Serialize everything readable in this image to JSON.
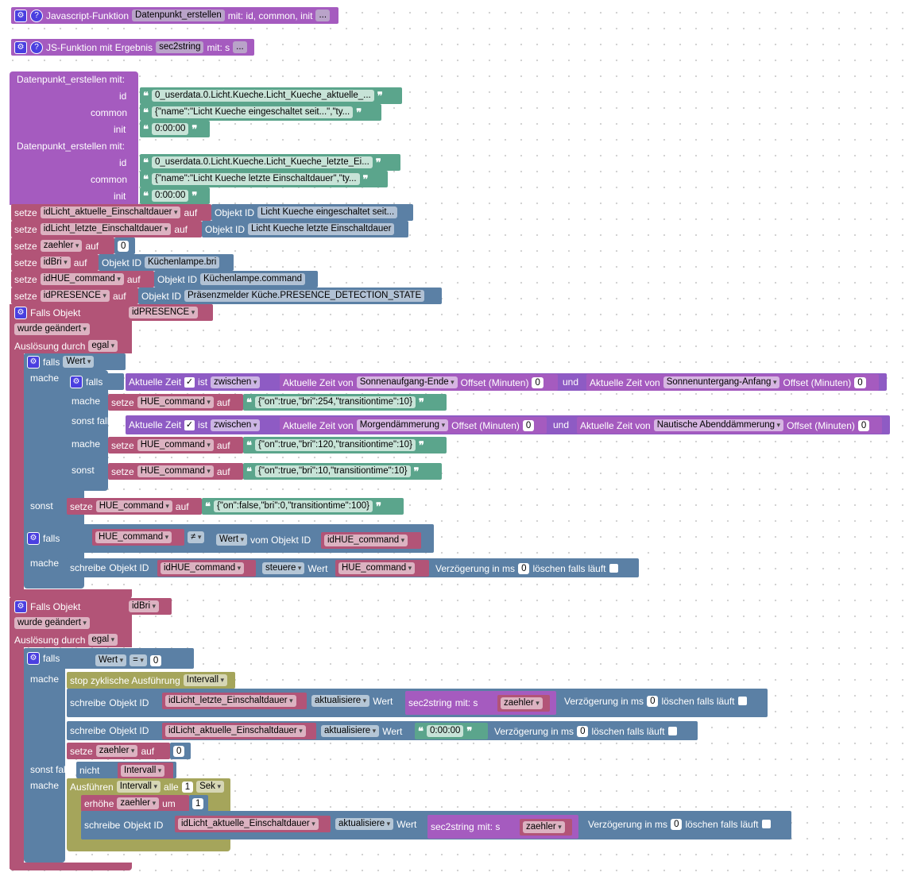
{
  "functions": {
    "js_func": {
      "prefix": "Javascript-Funktion",
      "name": "Datenpunkt_erstellen",
      "params": "mit: id, common, init",
      "more": "..."
    },
    "js_result": {
      "prefix": "JS-Funktion mit Ergebnis",
      "name": "sec2string",
      "params": "mit: s",
      "more": "..."
    }
  },
  "dp_calls": [
    {
      "title": "Datenpunkt_erstellen  mit:",
      "id_label": "id",
      "id_val": "0_userdata.0.Licht.Kueche.Licht_Kueche_aktuelle_...",
      "common_label": "common",
      "common_val": "{\"name\":\"Licht Kueche eingeschaltet seit...\",\"ty...",
      "init_label": "init",
      "init_val": "0:00:00"
    },
    {
      "title": "Datenpunkt_erstellen  mit:",
      "id_label": "id",
      "id_val": "0_userdata.0.Licht.Kueche.Licht_Kueche_letzte_Ei...",
      "common_label": "common",
      "common_val": "{\"name\":\"Licht Kueche letzte Einschaltdauer\",\"ty...",
      "init_label": "init",
      "init_val": "0:00:00"
    }
  ],
  "kw": {
    "setze": "setze",
    "auf": "auf",
    "objekt_id": "Objekt ID",
    "falls": "falls",
    "mache": "mache",
    "sonst": "sonst",
    "sonst_falls": "sonst falls",
    "schreibe": "schreibe",
    "wert": "Wert",
    "verz": "Verzögerung in ms",
    "loeschen": "löschen falls läuft",
    "falls_objekt": "Falls Objekt",
    "wurde": "wurde geändert",
    "ausloesung": "Auslösung durch",
    "egal": "egal",
    "akt_zeit": "Aktuelle Zeit",
    "ist": "ist",
    "zwischen": "zwischen",
    "akt_zeit_von": "Aktuelle Zeit von",
    "offset": "Offset (Minuten)",
    "und": "und",
    "vom_obj": "vom Objekt ID",
    "steuere": "steuere",
    "aktualisiere": "aktualisiere",
    "sec2string": "sec2string",
    "mit_s": "mit: s",
    "stop": "stop zyklische Ausführung",
    "nicht": "nicht",
    "ausfuehren": "Ausführen",
    "alle": "alle",
    "sek": "Sek",
    "erhoehe": "erhöhe",
    "um": "um",
    "neq": "≠",
    "eq": "="
  },
  "vars": {
    "v1": {
      "name": "idLicht_aktuelle_Einschaltdauer",
      "obj": "Licht Kueche eingeschaltet seit..."
    },
    "v2": {
      "name": "idLicht_letzte_Einschaltdauer",
      "obj": "Licht Kueche letzte Einschaltdauer"
    },
    "v3": {
      "name": "zaehler",
      "num": "0"
    },
    "v4": {
      "name": "idBri",
      "obj": "Küchenlampe.bri"
    },
    "v5": {
      "name": "idHUE_command",
      "obj": "Küchenlampe.command"
    },
    "v6": {
      "name": "idPRESENCE",
      "obj": "Präsenzmelder Küche.PRESENCE_DETECTION_STATE"
    }
  },
  "trigger1": {
    "obj": "idPRESENCE"
  },
  "trigger2": {
    "obj": "idBri"
  },
  "times": {
    "t1a": "Sonnenaufgang-Ende",
    "t1b": "Sonnenuntergang-Anfang",
    "t2a": "Morgendämmerung",
    "t2b": "Nautische Abenddämmerung",
    "off": "0"
  },
  "hue": {
    "var": "HUE_command",
    "s1": "{\"on\":true,\"bri\":254,\"transitiontime\":10}",
    "s2": "{\"on\":true,\"bri\":120,\"transitiontime\":10}",
    "s3": "{\"on\":true,\"bri\":10,\"transitiontime\":10}",
    "s4": "{\"on\":false,\"bri\":0,\"transitiontime\":100}"
  },
  "misc": {
    "zero": "0",
    "one": "1",
    "intervall": "Intervall",
    "init_time": "0:00:00"
  }
}
